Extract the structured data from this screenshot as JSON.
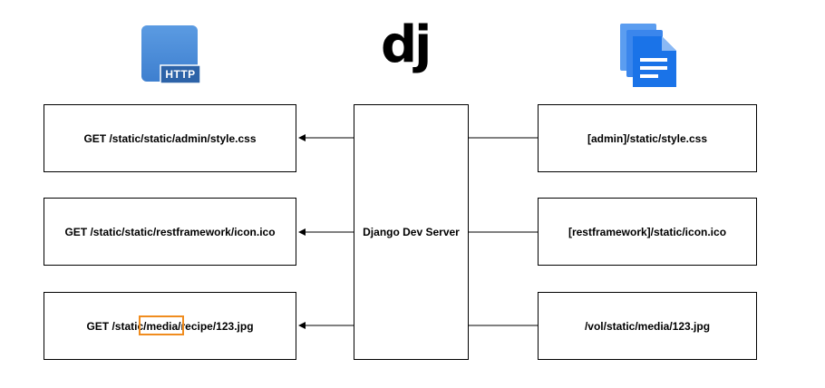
{
  "icons": {
    "http": {
      "name": "http-icon",
      "label": "HTTP",
      "color": "#4a8bd6",
      "label_bg": "#2d63a8"
    },
    "django": {
      "name": "django-icon",
      "label": "dj",
      "color": "#000000"
    },
    "files": {
      "name": "files-icon",
      "color_back": "#5b9df0",
      "color_front": "#1a73e8"
    }
  },
  "server": {
    "label": "Django Dev Server"
  },
  "requests": [
    {
      "label": "GET /static/static/admin/style.css"
    },
    {
      "label": "GET /static/static/restframework/icon.ico"
    },
    {
      "label": "GET /static/media/recipe/123.jpg",
      "highlight_segment": "/media/",
      "highlight_color": "#f08c1e"
    }
  ],
  "files": [
    {
      "label": "[admin]/static/style.css"
    },
    {
      "label": "[restframework]/static/icon.ico"
    },
    {
      "label": "/vol/static/media/123.jpg"
    }
  ]
}
